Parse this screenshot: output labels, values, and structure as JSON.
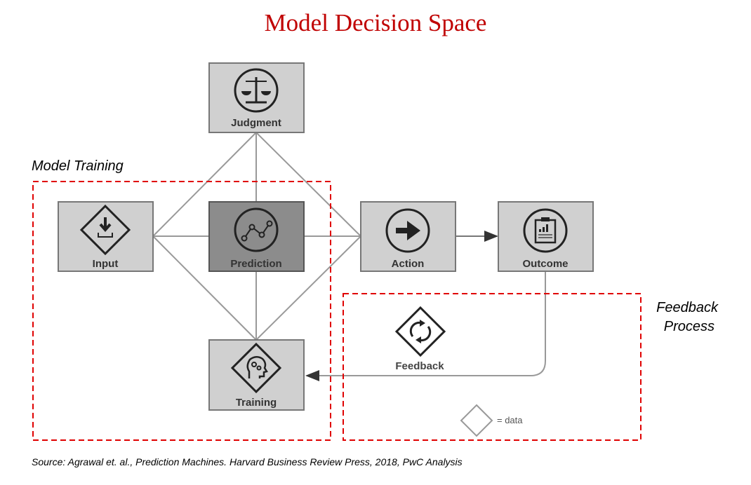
{
  "title": "Model Decision Space",
  "groups": {
    "model_training": "Model Training",
    "feedback_line1": "Feedback",
    "feedback_line2": "Process"
  },
  "nodes": {
    "judgment": "Judgment",
    "input": "Input",
    "prediction": "Prediction",
    "action": "Action",
    "outcome": "Outcome",
    "training": "Training",
    "feedback": "Feedback"
  },
  "legend": "= data",
  "source": "Source: Agrawal et. al., Prediction Machines. Harvard Business Review Press, 2018, PwC Analysis",
  "colors": {
    "title": "#c00000",
    "dashed": "#e00000",
    "box": "#d0d0d0",
    "prediction_box": "#8c8c8c"
  }
}
